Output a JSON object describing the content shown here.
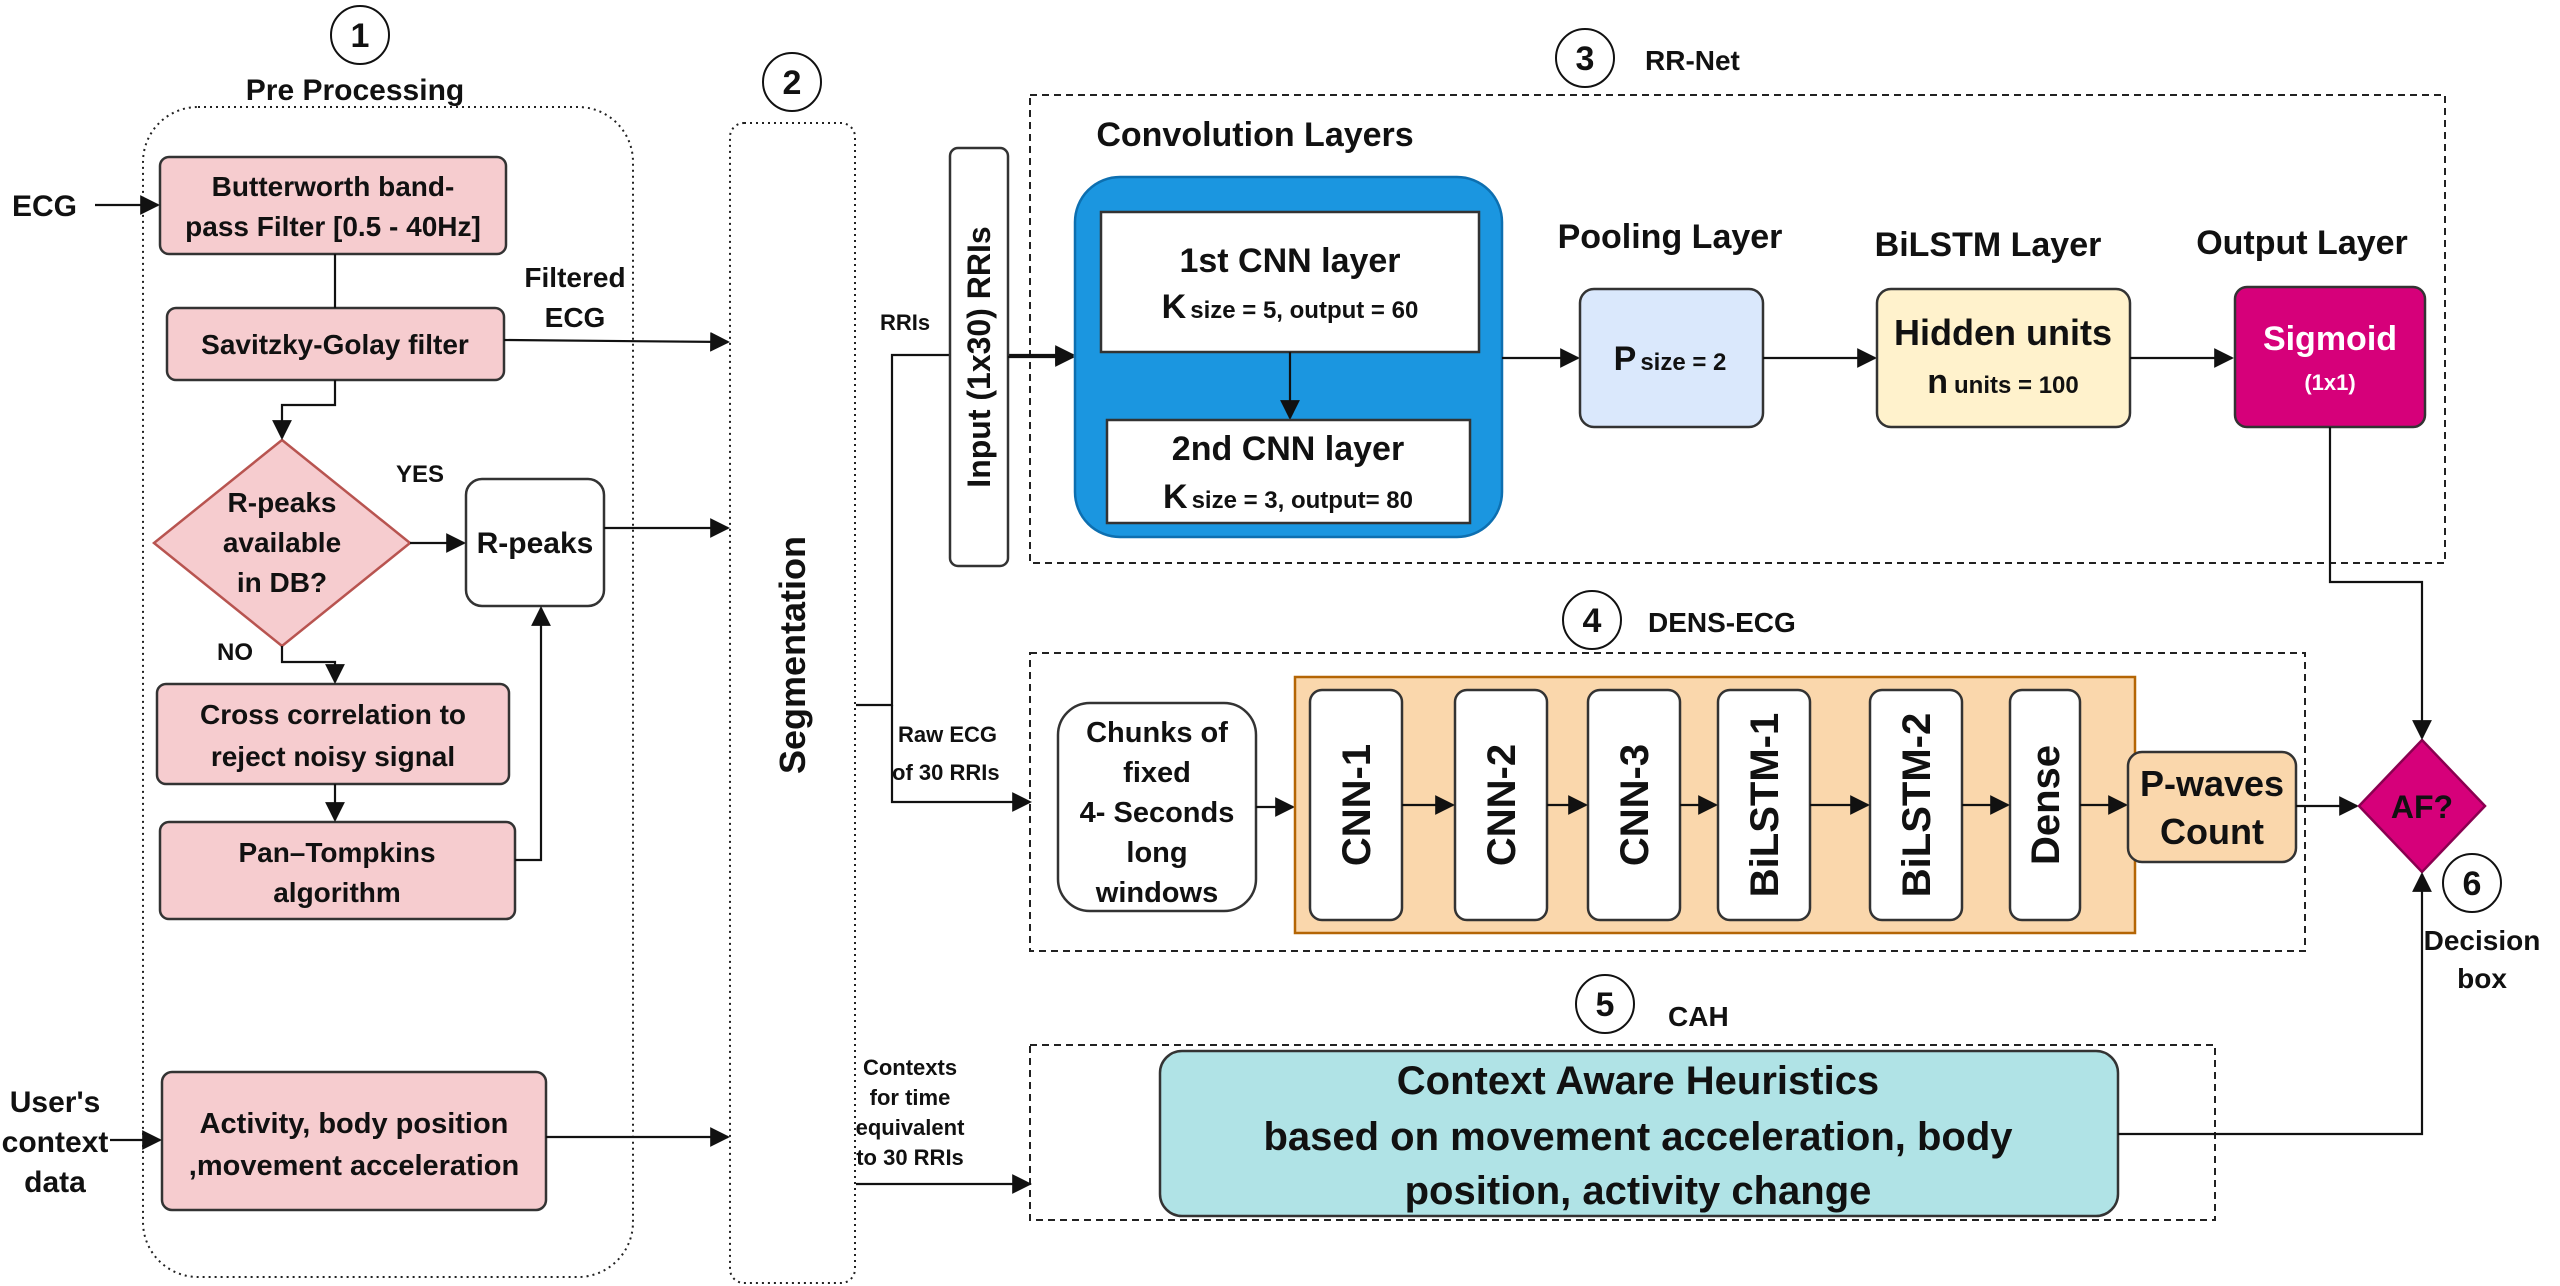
{
  "sections": {
    "s1": {
      "num": "1",
      "title": "Pre Processing"
    },
    "s2": {
      "num": "2",
      "title": "Segmentation"
    },
    "s3": {
      "num": "3",
      "title": "RR-Net"
    },
    "s4": {
      "num": "4",
      "title": "DENS-ECG"
    },
    "s5": {
      "num": "5",
      "title": "CAH"
    },
    "s6": {
      "num": "6",
      "title_l1": "Decision",
      "title_l2": "box"
    }
  },
  "inputs": {
    "ecg": "ECG",
    "ctx_l1": "User's",
    "ctx_l2": "context",
    "ctx_l3": "data"
  },
  "pre": {
    "butter_l1": "Butterworth band-",
    "butter_l2": "pass Filter [0.5 - 40Hz]",
    "savitzky": "Savitzky-Golay filter",
    "filtered_l1": "Filtered",
    "filtered_l2": "ECG",
    "decision_l1": "R-peaks",
    "decision_l2": "available",
    "decision_l3": "in DB?",
    "yes": "YES",
    "no": "NO",
    "rpeaks": "R-peaks",
    "cross_l1": "Cross correlation to",
    "cross_l2": "reject noisy signal",
    "pan_l1": "Pan–Tompkins",
    "pan_l2": "algorithm",
    "activity_l1": "Activity,  body position",
    "activity_l2": ",movement acceleration"
  },
  "rrnet": {
    "rris": "RRIs",
    "input": "Input (1x30) RRIs",
    "conv_title": "Convolution Layers",
    "cnn1_title": "1st CNN layer",
    "cnn1_k": "K",
    "cnn1_params": "size = 5, output = 60",
    "cnn2_title": "2nd CNN layer",
    "cnn2_k": "K",
    "cnn2_params": "size = 3, output= 80",
    "pool_title": "Pooling Layer",
    "pool_p": "P",
    "pool_params": "size = 2",
    "bilstm_title": "BiLSTM Layer",
    "hidden": "Hidden units",
    "n": "n",
    "units": "units = 100",
    "output_title": "Output Layer",
    "sigmoid": "Sigmoid",
    "sigmoid_dim": "(1x1)"
  },
  "dens": {
    "raw_l1": "Raw ECG",
    "raw_l2": "of  30 RRIs",
    "chunks_l1": "Chunks of",
    "chunks_l2": "fixed",
    "chunks_l3": "4- Seconds",
    "chunks_l4": "long",
    "chunks_l5": "windows",
    "layers": [
      "CNN-1",
      "CNN-2",
      "CNN-3",
      "BiLSTM-1",
      "BiLSTM-2",
      "Dense"
    ],
    "pwaves_l1": "P-waves",
    "pwaves_l2": "Count"
  },
  "cah": {
    "ctx_l1": "Contexts",
    "ctx_l2": "for time",
    "ctx_l3": "equivalent",
    "ctx_l4": "to 30 RRIs",
    "box_l1": "Context Aware Heuristics",
    "box_l2": "based on movement acceleration, body",
    "box_l3": "position, activity change"
  },
  "decision": {
    "label": "AF?"
  },
  "colors": {
    "pink_fill": "#f6cccf",
    "pink_stroke": "#b85450",
    "conv_fill": "#1b96e0",
    "pool_fill": "#dae8fc",
    "bilstm_fill": "#fff2cc",
    "sigmoid_fill": "#d6007a",
    "dens_fill": "#fad7ac",
    "cah_fill": "#b0e3e6"
  }
}
